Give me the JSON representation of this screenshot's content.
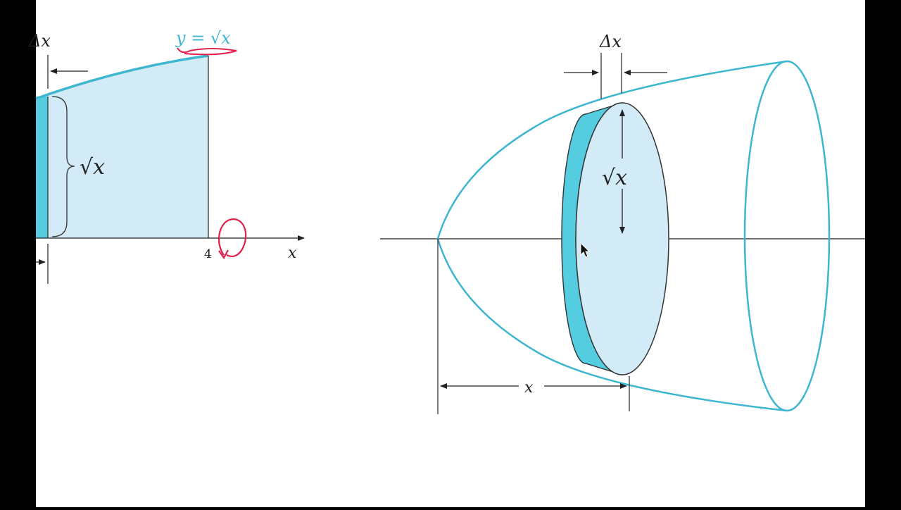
{
  "colors": {
    "frame": "#000000",
    "paper": "#ffffff",
    "region_fill": "#d3ebf6",
    "slab_fill": "#55cde0",
    "curve": "#3fb6cf",
    "line": "#333333",
    "annotation": "#e0204a",
    "disk_face": "#d3ebf6"
  },
  "left_figure": {
    "delta_label": "Δx",
    "height_label": "√x",
    "curve_equation": "y = √x",
    "tick_label": "4",
    "axis_label": "x",
    "annotation_icon": "rotation-arrow-icon"
  },
  "right_figure": {
    "delta_label": "Δx",
    "radius_label": "√x",
    "distance_label": "x"
  },
  "cursor_icon": "mouse-pointer-icon"
}
